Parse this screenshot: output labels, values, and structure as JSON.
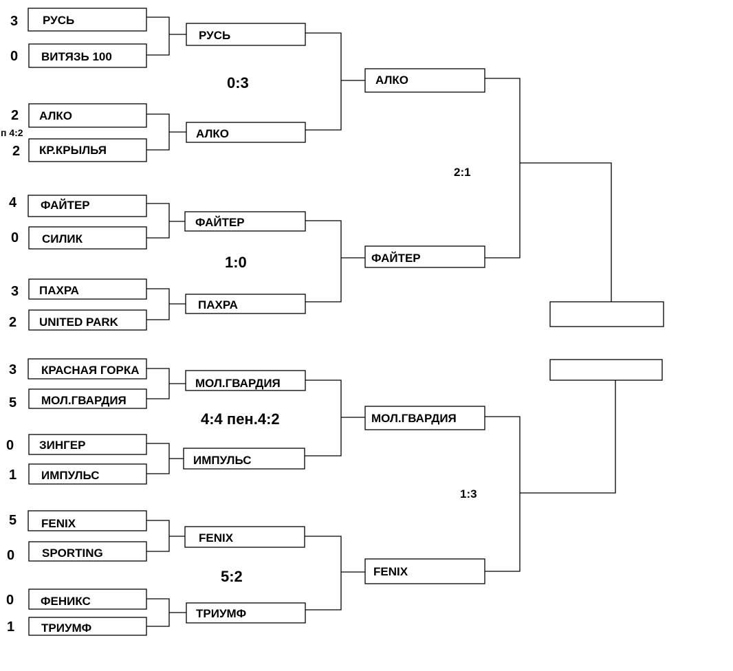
{
  "round1": [
    {
      "team": "РУСЬ",
      "score": "3"
    },
    {
      "team": "ВИТЯЗЬ 100",
      "score": "0"
    },
    {
      "team": "АЛКО",
      "score": "2"
    },
    {
      "team": "КР.КРЫЛЬЯ",
      "score": "2"
    },
    {
      "team": "ФАЙТЕР",
      "score": "4"
    },
    {
      "team": "СИЛИК",
      "score": "0"
    },
    {
      "team": "ПАХРА",
      "score": "3"
    },
    {
      "team": "UNITED PARK",
      "score": "2"
    },
    {
      "team": "КРАСНАЯ ГОРКА",
      "score": "3"
    },
    {
      "team": "МОЛ.ГВАРДИЯ",
      "score": "5"
    },
    {
      "team": "ЗИНГЕР",
      "score": "0"
    },
    {
      "team": "ИМПУЛЬС",
      "score": "1"
    },
    {
      "team": "FENIX",
      "score": "5"
    },
    {
      "team": "SPORTING",
      "score": "0"
    },
    {
      "team": "ФЕНИКС",
      "score": "0"
    },
    {
      "team": "ТРИУМФ",
      "score": "1"
    }
  ],
  "penalty_note": "п 4:2",
  "round2": [
    "РУСЬ",
    "АЛКО",
    "ФАЙТЕР",
    "ПАХРА",
    "МОЛ.ГВАРДИЯ",
    "ИМПУЛЬС",
    "FENIX",
    "ТРИУМФ"
  ],
  "round2_results": [
    "0:3",
    "1:0",
    "4:4 пен.4:2",
    "5:2"
  ],
  "round3": [
    "АЛКО",
    "ФАЙТЕР",
    "МОЛ.ГВАРДИЯ",
    "FENIX"
  ],
  "round3_results": [
    "2:1",
    "1:3"
  ],
  "final": [
    "",
    ""
  ]
}
